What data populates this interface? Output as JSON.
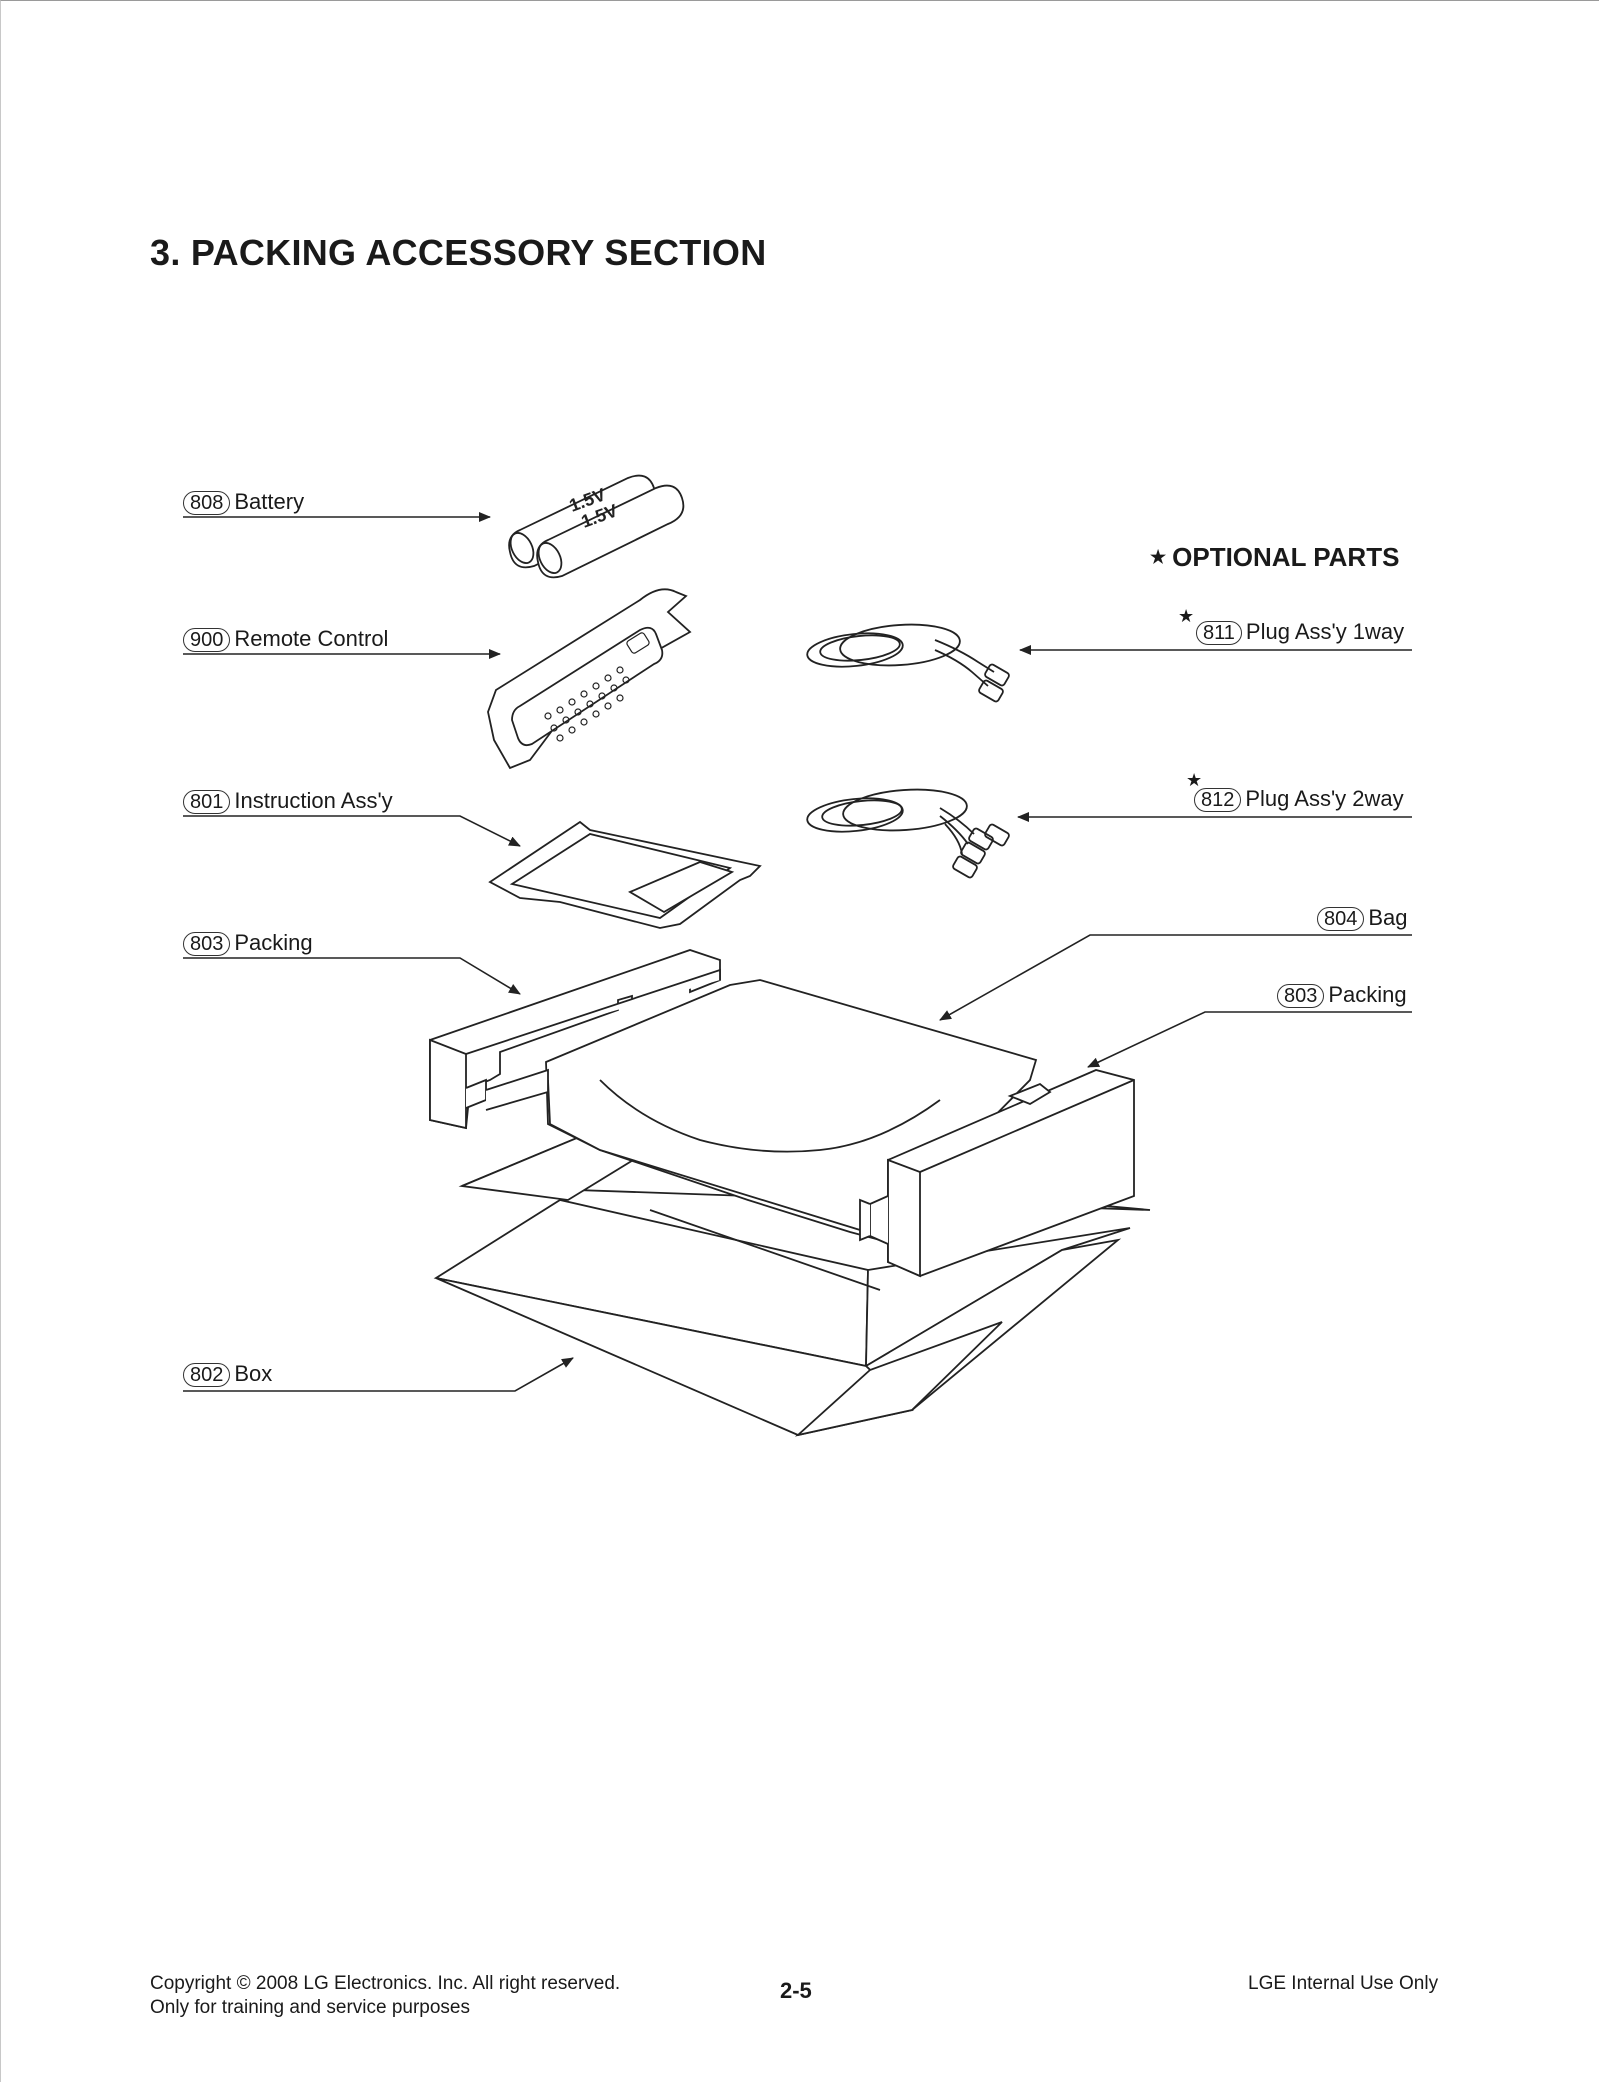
{
  "title": "3. PACKING ACCESSORY SECTION",
  "optional_parts": {
    "star": "★",
    "label": "OPTIONAL PARTS"
  },
  "parts": [
    {
      "num": "808",
      "name": "Battery"
    },
    {
      "num": "900",
      "name": "Remote Control"
    },
    {
      "num": "801",
      "name": "Instruction Ass'y"
    },
    {
      "num": "803",
      "name": "Packing"
    },
    {
      "num": "802",
      "name": "Box"
    },
    {
      "num": "811",
      "name": "Plug Ass'y 1way",
      "star": "★"
    },
    {
      "num": "812",
      "name": "Plug Ass'y 2way",
      "star": "★"
    },
    {
      "num": "804",
      "name": "Bag"
    },
    {
      "num": "803",
      "name": "Packing"
    }
  ],
  "battery_text": [
    "1.5V",
    "1.5V"
  ],
  "footer": {
    "copyright": "Copyright © 2008 LG Electronics. Inc. All right reserved.",
    "purpose": "Only for training and service purposes",
    "page": "2-5",
    "internal": "LGE Internal Use Only"
  }
}
